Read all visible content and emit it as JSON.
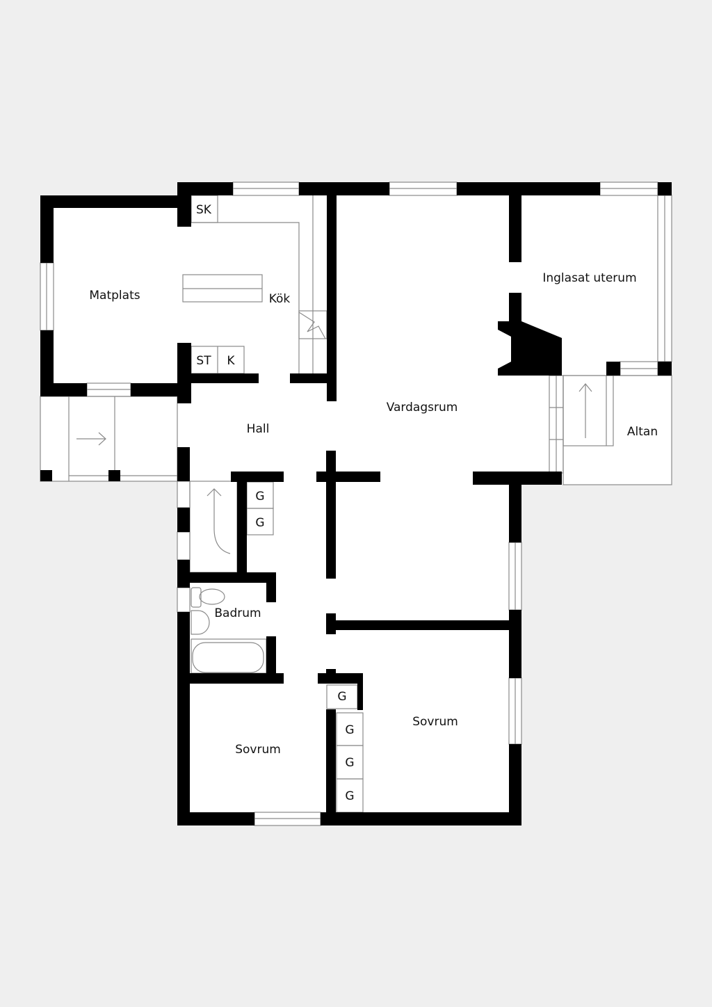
{
  "rooms": {
    "matplats": "Matplats",
    "kok": "Kök",
    "inglasat_uterum": "Inglasat uterum",
    "vardagsrum": "Vardagsrum",
    "hall": "Hall",
    "altan": "Altan",
    "badrum": "Badrum",
    "sovrum_left": "Sovrum",
    "sovrum_right": "Sovrum"
  },
  "fixtures": {
    "sk": "SK",
    "st": "ST",
    "k": "K",
    "g1": "G",
    "g2": "G",
    "g3": "G",
    "g4": "G",
    "g5": "G",
    "g6": "G"
  },
  "colors": {
    "background": "#efefef",
    "wall": "#000000",
    "floor": "#ffffff",
    "line": "#8a8a8a"
  }
}
